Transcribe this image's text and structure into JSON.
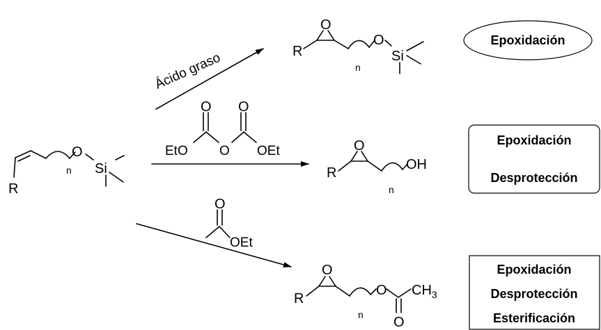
{
  "start": {
    "R": "R",
    "O": "O",
    "Si": "Si",
    "n": "n"
  },
  "reactions": [
    {
      "reagent": "Ácido graso",
      "product": {
        "R": "R",
        "epoxide_O": "O",
        "O": "O",
        "Si": "Si",
        "n": "n"
      },
      "labels": [
        "Epoxidación"
      ],
      "label_shape": "ellipse"
    },
    {
      "reagent": {
        "left": "EtO",
        "bridge_O": "O",
        "right": "OEt",
        "carbonyl_O1": "O",
        "carbonyl_O2": "O"
      },
      "product": {
        "R": "R",
        "epoxide_O": "O",
        "OH": "OH",
        "n": "n"
      },
      "labels": [
        "Epoxidación",
        "Desprotección"
      ],
      "label_shape": "rounded-box"
    },
    {
      "reagent": {
        "carbonyl_O": "O",
        "OEt": "OEt"
      },
      "product": {
        "R": "R",
        "epoxide_O": "O",
        "O": "O",
        "CH": "CH",
        "sub3": "3",
        "carbonyl_O": "O",
        "n": "n"
      },
      "labels": [
        "Epoxidación",
        "Desprotección",
        "Esterificación"
      ],
      "label_shape": "box"
    }
  ]
}
